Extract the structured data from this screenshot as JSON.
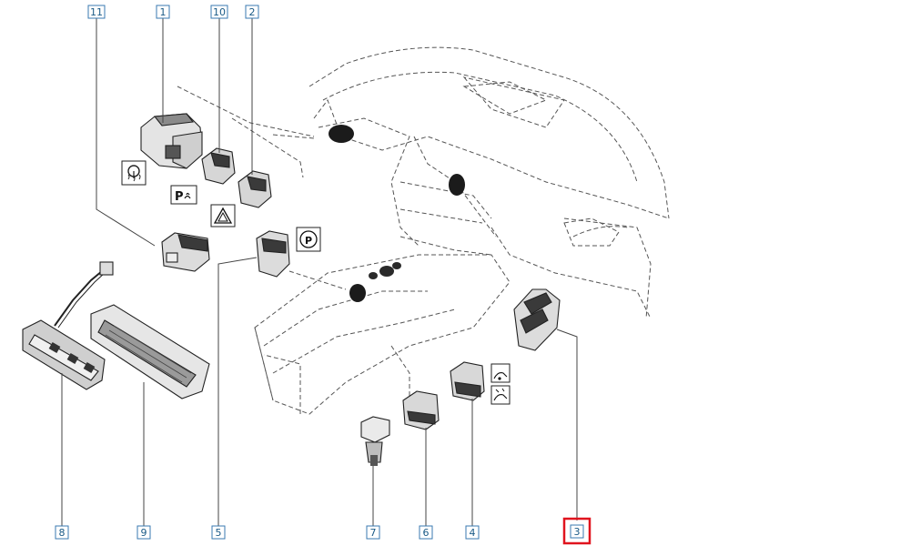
{
  "diagram": {
    "colors": {
      "callout_border": "#3a7ab0",
      "callout_text": "#1a5a86",
      "highlight": "#e0141e",
      "line": "#444444",
      "part_fill": "#d9d9d9",
      "part_dark": "#2a2a2a"
    },
    "highlighted_callout": "3",
    "callouts": [
      "11",
      "1",
      "10",
      "2",
      "8",
      "9",
      "5",
      "7",
      "6",
      "4",
      "3"
    ],
    "symbols": {
      "park_assist": "P",
      "parking_brake": "P"
    },
    "icons": [
      "steering-wheel-heat-icon",
      "park-assist-icon",
      "hazard-warning-icon",
      "parking-brake-icon",
      "hill-descent-icon",
      "lane-assist-icon"
    ]
  }
}
